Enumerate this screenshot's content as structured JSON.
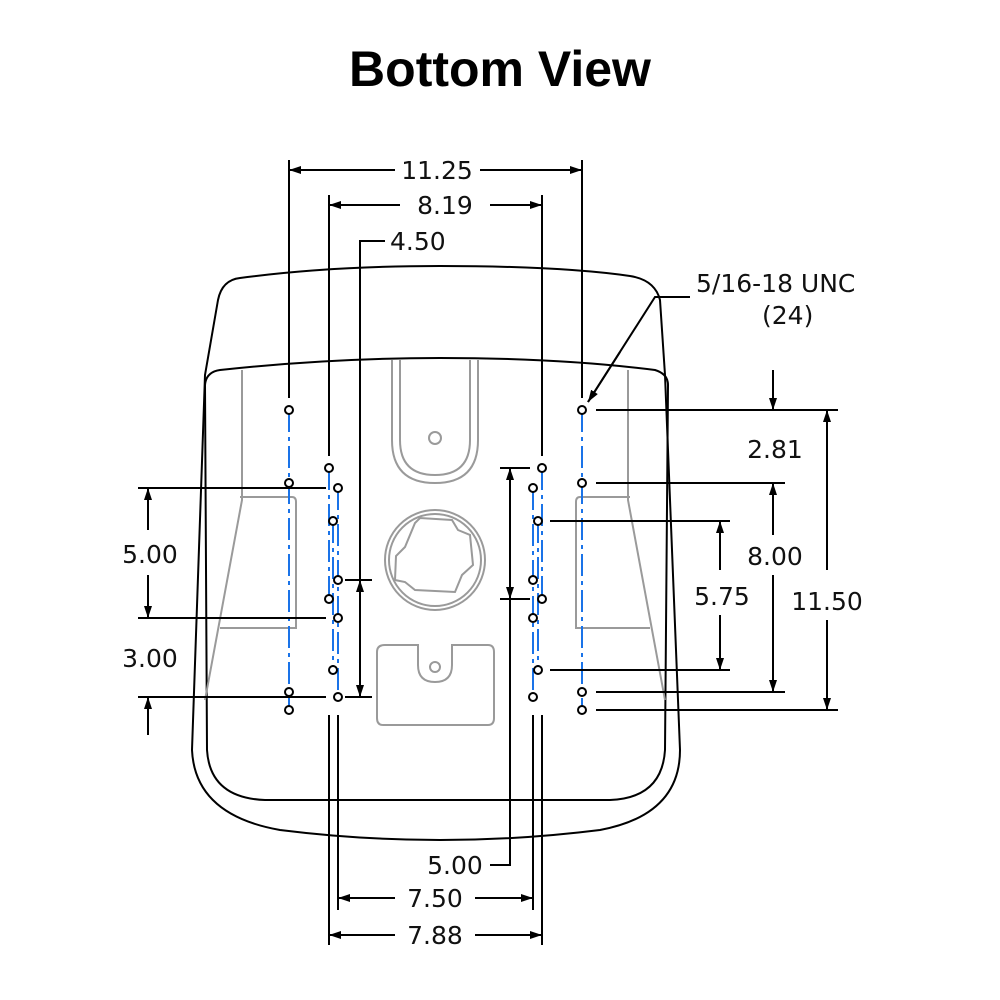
{
  "title": "Bottom View",
  "dimensions": {
    "top_outer": "11.25",
    "top_mid": "8.19",
    "top_inner": "4.50",
    "thread_spec": "5/16-18 UNC",
    "thread_count": "(24)",
    "right_top_offset": "2.81",
    "right_mid": "8.00",
    "right_inner": "5.75",
    "right_outer": "11.50",
    "left_upper": "5.00",
    "left_lower": "3.00",
    "bottom_leader": "5.00",
    "bottom_mid": "7.50",
    "bottom_outer": "7.88"
  },
  "colors": {
    "centerline": "#1a73e8",
    "outline": "#000000",
    "detail": "#9a9a9a"
  }
}
